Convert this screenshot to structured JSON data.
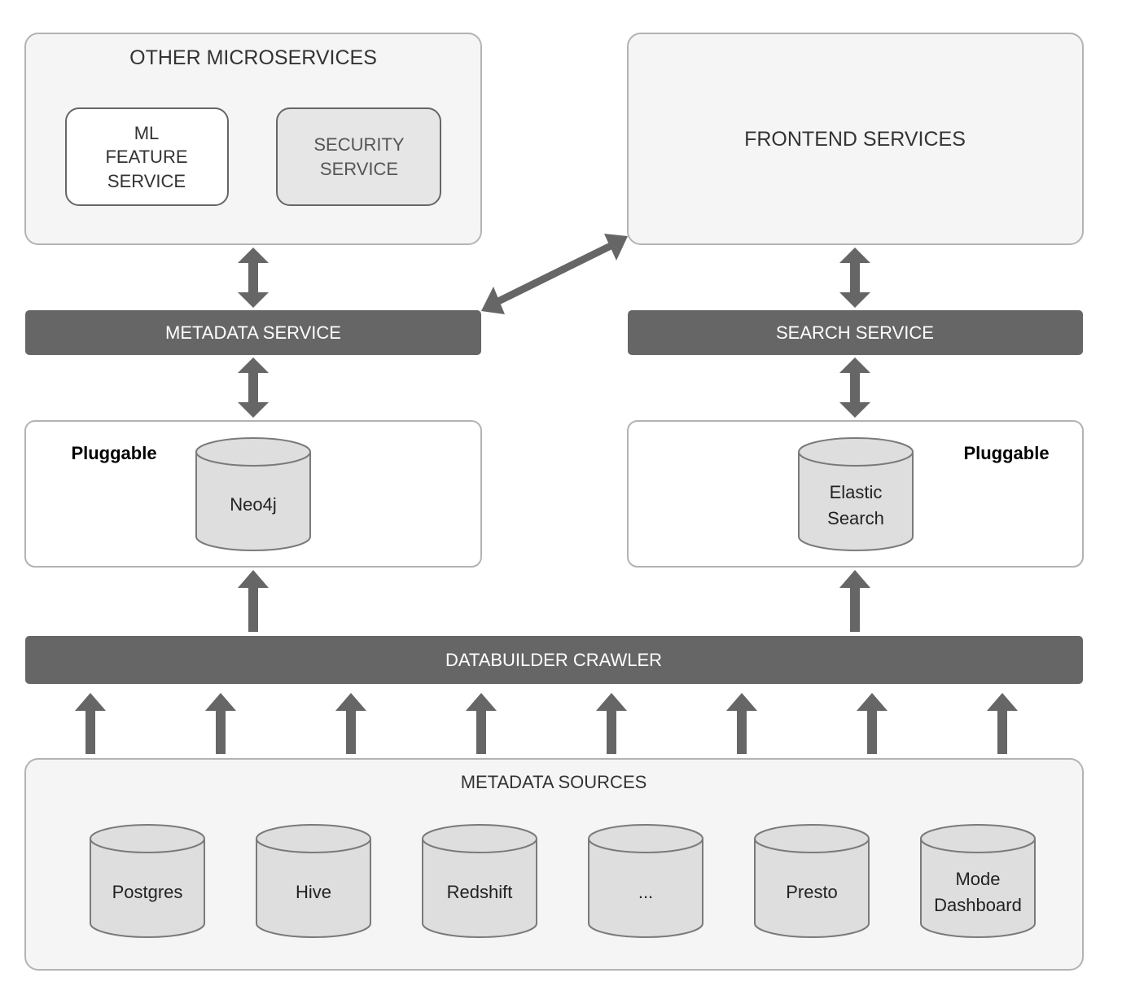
{
  "other_microservices": {
    "title": "OTHER MICROSERVICES",
    "ml_feature_service": [
      "ML",
      "FEATURE",
      "SERVICE"
    ],
    "security_service": [
      "SECURITY",
      "SERVICE"
    ]
  },
  "frontend_services": {
    "title": "FRONTEND SERVICES"
  },
  "metadata_service": {
    "label": "METADATA SERVICE"
  },
  "search_service": {
    "label": "SEARCH SERVICE"
  },
  "metadata_store": {
    "pluggable_label": "Pluggable",
    "db": [
      "Neo4j"
    ]
  },
  "search_store": {
    "pluggable_label": "Pluggable",
    "db": [
      "Elastic",
      "Search"
    ]
  },
  "databuilder": {
    "label": "DATABUILDER CRAWLER"
  },
  "metadata_sources": {
    "title": "METADATA SOURCES",
    "sources": [
      [
        "Postgres"
      ],
      [
        "Hive"
      ],
      [
        "Redshift"
      ],
      [
        "..."
      ],
      [
        "Presto"
      ],
      [
        "Mode",
        "Dashboard"
      ]
    ]
  },
  "colors": {
    "panel_fill": "#f5f5f5",
    "panel_stroke": "#b3b3b3",
    "bar_fill": "#666666",
    "arrow": "#666666",
    "cylinder_fill": "#dedede",
    "cylinder_stroke": "#7a7a7a",
    "text": "#333333"
  }
}
